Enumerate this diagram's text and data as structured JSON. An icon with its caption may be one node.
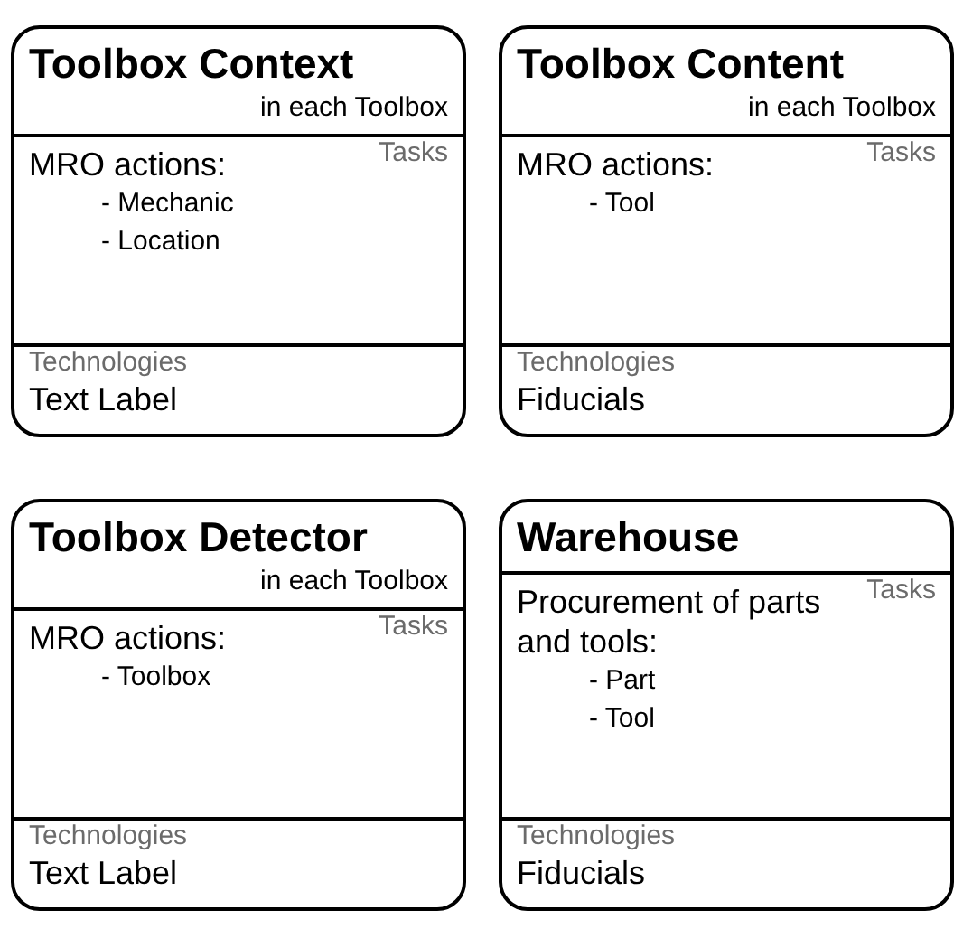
{
  "diagram": {
    "nodes": [
      {
        "text": [
          "Toolbox Context",
          "in each Toolbox"
        ]
      },
      {
        "text": [
          "Tasks",
          "MRO actions:",
          "- Mechanic",
          "- Location"
        ],
        "in": 0
      },
      {
        "text": [
          "Technologies",
          "Text Label"
        ],
        "in": 0
      },
      {
        "text": [
          "Toolbox Content",
          "in each Toolbox"
        ]
      },
      {
        "text": [
          "Tasks",
          "MRO actions:",
          "- Tool"
        ],
        "in": 3
      },
      {
        "text": [
          "Technologies",
          "Fiducials"
        ],
        "in": 3
      },
      {
        "text": [
          "Toolbox Detector",
          "in each Toolbox"
        ]
      },
      {
        "text": [
          "Tasks",
          "MRO actions:",
          "- Toolbox"
        ],
        "in": 6
      },
      {
        "text": [
          "Technologies",
          "Text Label"
        ],
        "in": 6
      },
      {
        "text": [
          "Warehouse"
        ]
      },
      {
        "text": [
          "Tasks",
          "Procurement of parts and tools:",
          "- Part",
          "- Tool"
        ],
        "in": 9
      },
      {
        "text": [
          "Technologies",
          "Fiducials"
        ],
        "in": 9
      }
    ]
  }
}
